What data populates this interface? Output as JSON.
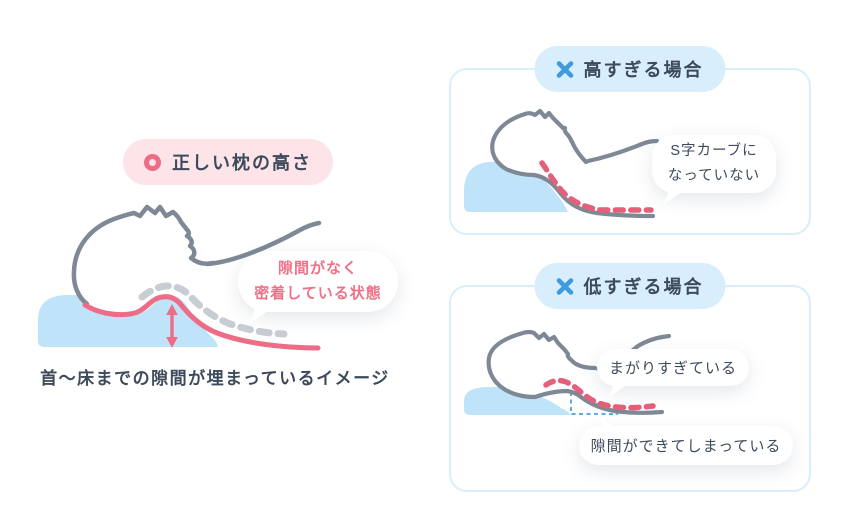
{
  "colors": {
    "accent_pink": "#ED6D86",
    "pink_dashed_line": "#E4607A",
    "pink_pill_bg": "#FCE4E9",
    "blue_pill_bg": "#D9EEFC",
    "panel_border": "#D9EEFC",
    "cross_blue": "#3F9BDC",
    "pillow_blue": "#BFE3F8",
    "outline_gray": "#7E8995",
    "dots_gray": "#C8CDD4",
    "triangle_blue": "#5FA8DC",
    "text_dark": "#3D4A5B",
    "bubble_pink_text": "#EF7187"
  },
  "correct_section": {
    "header": {
      "icon": "ring",
      "label": "正しい枕の高さ"
    },
    "bubble": {
      "line1": "隙間がなく",
      "line2": "密着している状態"
    },
    "caption": "首〜床までの隙間が埋まっているイメージ"
  },
  "too_high_panel": {
    "header": {
      "icon": "cross",
      "label": "高すぎる場合"
    },
    "bubble": {
      "line1": "S字カーブに",
      "line2": "なっていない"
    }
  },
  "too_low_panel": {
    "header": {
      "icon": "cross",
      "label": "低すぎる場合"
    },
    "bubble_top": "まがりすぎている",
    "bubble_bottom": "隙間ができてしまっている"
  }
}
